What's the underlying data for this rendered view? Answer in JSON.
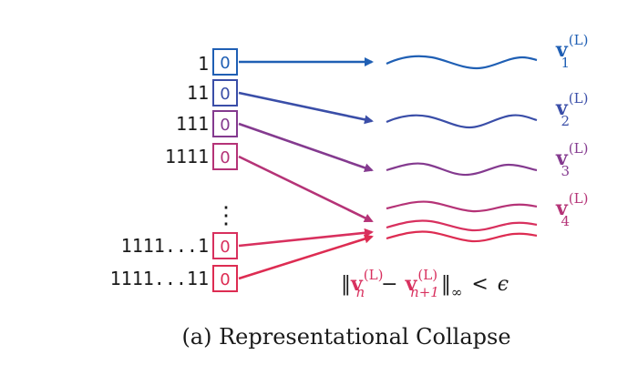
{
  "rows": [
    {
      "seq": "1",
      "cell": "0",
      "color": "#1f5fb4"
    },
    {
      "seq": "11",
      "cell": "0",
      "color": "#3a4ea8"
    },
    {
      "seq": "111",
      "cell": "0",
      "color": "#843a8f"
    },
    {
      "seq": "1111",
      "cell": "0",
      "color": "#b53377"
    },
    {
      "seq": "1111...1",
      "cell": "0",
      "color": "#d8305e"
    },
    {
      "seq": "1111...11",
      "cell": "0",
      "color": "#dd2c52"
    }
  ],
  "ellipsis": "⋮",
  "vectors": [
    {
      "base": "v",
      "sup": "(L)",
      "sub": "1",
      "color": "#1f5fb4"
    },
    {
      "base": "v",
      "sup": "(L)",
      "sub": "2",
      "color": "#3a4ea8"
    },
    {
      "base": "v",
      "sup": "(L)",
      "sub": "3",
      "color": "#843a8f"
    },
    {
      "base": "v",
      "sup": "(L)",
      "sub": "4",
      "color": "#b53377"
    }
  ],
  "inequality": {
    "open": "‖",
    "v1_base": "v",
    "v1_sup": "(L)",
    "v1_sub": "n",
    "minus": "−",
    "v2_base": "v",
    "v2_sup": "(L)",
    "v2_sub": "n+1",
    "close": "‖",
    "norm_sub": "∞",
    "lt": "<",
    "eps": "ϵ",
    "color": "#d8305e"
  },
  "caption": "(a) Representational Collapse"
}
